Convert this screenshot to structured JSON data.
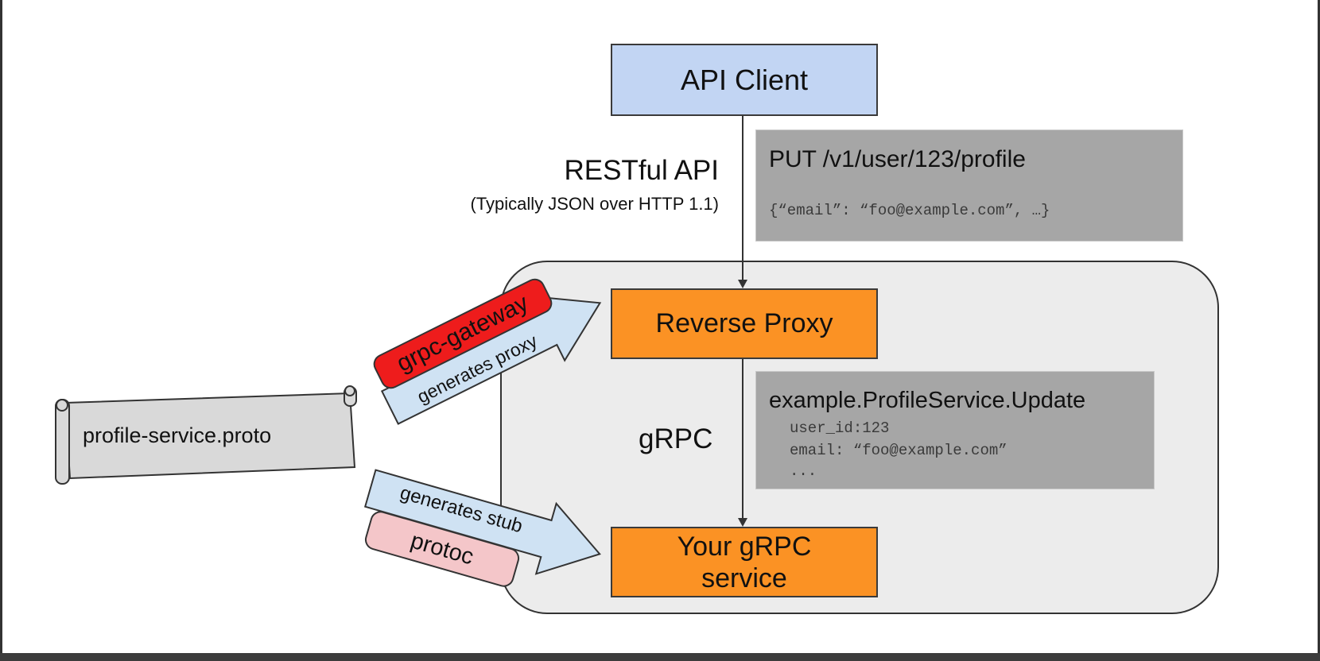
{
  "nodes": {
    "api_client": "API Client",
    "reverse_proxy": "Reverse Proxy",
    "grpc_service_line1": "Your gRPC",
    "grpc_service_line2": "service",
    "proto_file": "profile-service.proto"
  },
  "edges": {
    "rest_title": "RESTful API",
    "rest_subtitle": "(Typically JSON over HTTP 1.1)",
    "grpc": "gRPC"
  },
  "notes": {
    "http_request": "PUT /v1/user/123/profile",
    "http_body": "{“email”: “foo@example.com”, …}",
    "rpc_method": "example.ProfileService.Update",
    "rpc_line1": "user_id:123",
    "rpc_line2": "email: “foo@example.com”",
    "rpc_line3": "..."
  },
  "tools": {
    "gateway_label": "grpc-gateway",
    "gateway_action": "generates proxy",
    "protoc_label": "protoc",
    "protoc_action": "generates stub"
  },
  "colors": {
    "client_fill": "#c2d5f3",
    "proxy_fill": "#fb9224",
    "service_fill": "#fb9224",
    "container_fill": "#ececec",
    "note_fill": "#a6a6a6",
    "gateway_fill": "#ee1c1c",
    "protoc_fill": "#f4c6c9",
    "arrow_fill": "#cfe2f3",
    "scroll_fill": "#d9d9d9"
  }
}
